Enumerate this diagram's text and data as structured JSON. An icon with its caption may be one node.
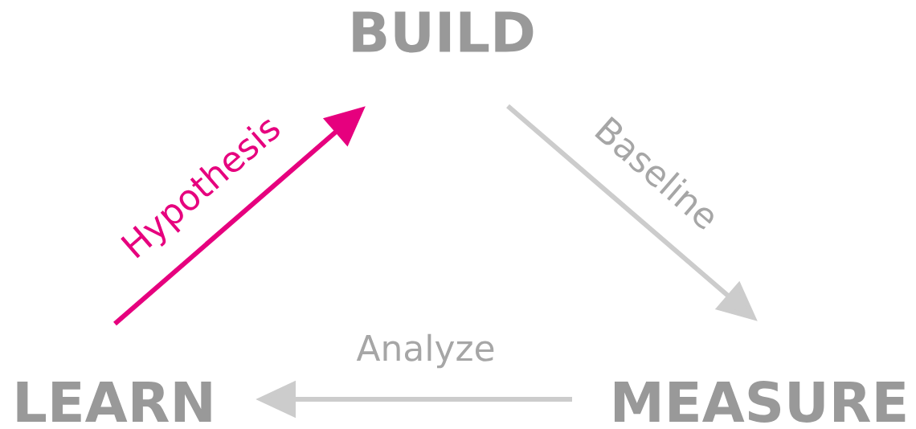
{
  "diagram": {
    "nodes": [
      {
        "text": [
          "BUILD"
        ]
      },
      {
        "text": [
          "MEASURE"
        ]
      },
      {
        "text": [
          "LEARN"
        ]
      }
    ],
    "edges": [
      {
        "from": 0,
        "to": 1,
        "arrow": "to",
        "label": "Baseline"
      },
      {
        "from": 1,
        "to": 2,
        "arrow": "to",
        "label": "Analyze"
      },
      {
        "from": 2,
        "to": 0,
        "arrow": "to",
        "label": "Hypothesis",
        "color": "#e6007e"
      }
    ]
  }
}
